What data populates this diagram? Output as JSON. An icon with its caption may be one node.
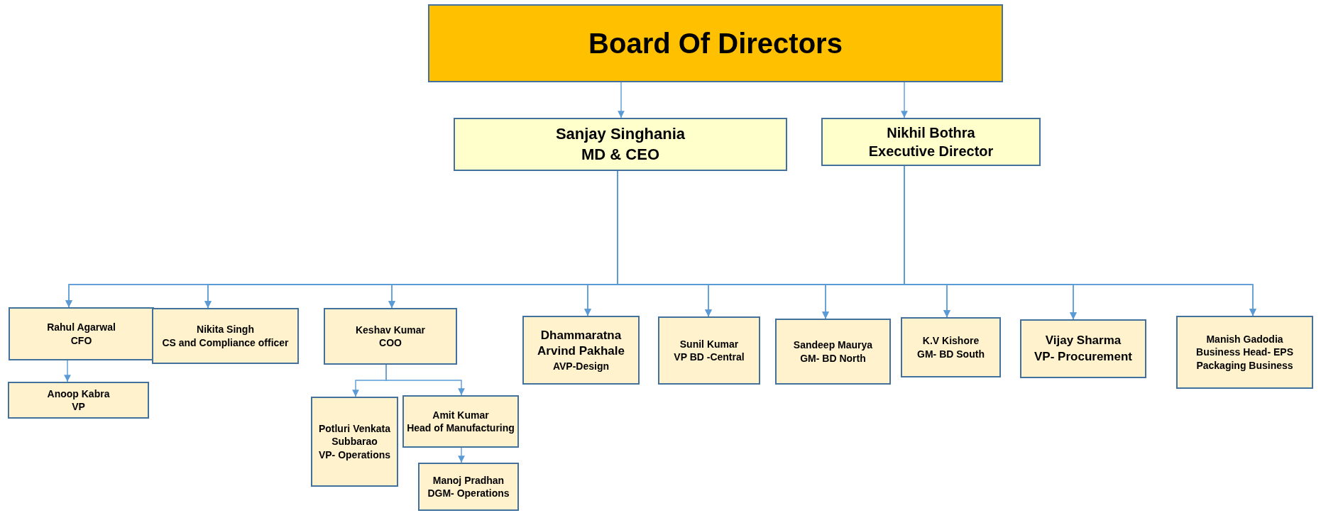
{
  "diagram": {
    "nodes": [
      {
        "text": [
          "Board Of Directors"
        ]
      },
      {
        "text": [
          "Sanjay Singhania",
          "MD & CEO"
        ]
      },
      {
        "text": [
          "Nikhil Bothra",
          "Executive Director"
        ]
      },
      {
        "text": [
          "Rahul Agarwal",
          "CFO"
        ]
      },
      {
        "text": [
          "Anoop Kabra",
          "VP"
        ]
      },
      {
        "text": [
          "Nikita Singh",
          "CS and Compliance officer"
        ]
      },
      {
        "text": [
          "Keshav Kumar",
          "COO"
        ]
      },
      {
        "text": [
          "Potluri Venkata Subbarao",
          "VP- Operations"
        ]
      },
      {
        "text": [
          "Amit Kumar",
          "Head of Manufacturing"
        ]
      },
      {
        "text": [
          "Manoj Pradhan",
          "DGM- Operations"
        ]
      },
      {
        "text": [
          "Dhammaratna Arvind Pakhale",
          "AVP-Design"
        ]
      },
      {
        "text": [
          "Sunil Kumar",
          "VP BD -Central"
        ]
      },
      {
        "text": [
          "Sandeep Maurya",
          "GM- BD North"
        ]
      },
      {
        "text": [
          "K.V Kishore",
          "GM- BD South"
        ]
      },
      {
        "text": [
          "Vijay Sharma",
          "VP- Procurement"
        ]
      },
      {
        "text": [
          "Manish Gadodia",
          "Business Head- EPS Packaging Business"
        ]
      }
    ],
    "edges": [
      {
        "from": 0,
        "to": 1,
        "arrow": "to"
      },
      {
        "from": 0,
        "to": 2,
        "arrow": "to"
      },
      {
        "from": 1,
        "to": 3,
        "arrow": "to"
      },
      {
        "from": 1,
        "to": 5,
        "arrow": "to"
      },
      {
        "from": 1,
        "to": 6,
        "arrow": "to"
      },
      {
        "from": 1,
        "to": 10,
        "arrow": "to"
      },
      {
        "from": 1,
        "to": 11,
        "arrow": "to"
      },
      {
        "from": 1,
        "to": 12,
        "arrow": "to"
      },
      {
        "from": 1,
        "to": 13,
        "arrow": "to"
      },
      {
        "from": 1,
        "to": 14,
        "arrow": "to"
      },
      {
        "from": 1,
        "to": 15,
        "arrow": "to"
      },
      {
        "from": 2,
        "to": 3,
        "arrow": "to"
      },
      {
        "from": 2,
        "to": 5,
        "arrow": "to"
      },
      {
        "from": 2,
        "to": 6,
        "arrow": "to"
      },
      {
        "from": 2,
        "to": 10,
        "arrow": "to"
      },
      {
        "from": 2,
        "to": 11,
        "arrow": "to"
      },
      {
        "from": 2,
        "to": 12,
        "arrow": "to"
      },
      {
        "from": 2,
        "to": 13,
        "arrow": "to"
      },
      {
        "from": 2,
        "to": 14,
        "arrow": "to"
      },
      {
        "from": 2,
        "to": 15,
        "arrow": "to"
      },
      {
        "from": 3,
        "to": 4,
        "arrow": "to"
      },
      {
        "from": 6,
        "to": 7,
        "arrow": "to"
      },
      {
        "from": 6,
        "to": 8,
        "arrow": "to"
      },
      {
        "from": 8,
        "to": 9,
        "arrow": "to"
      }
    ]
  }
}
